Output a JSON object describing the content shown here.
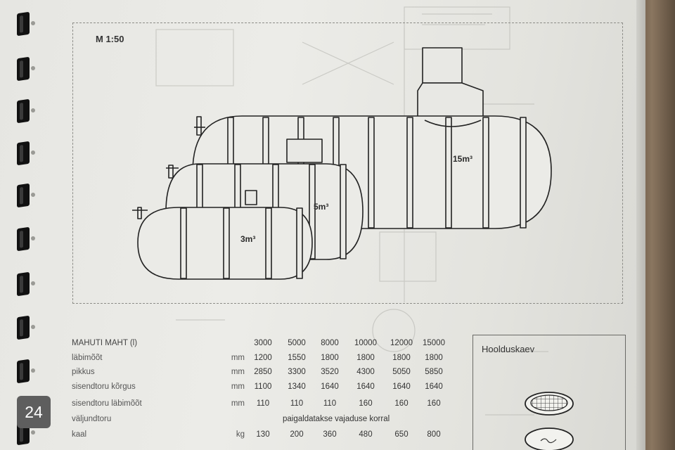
{
  "page": {
    "number": "24"
  },
  "drawing": {
    "scale": "M 1:50",
    "tanks": [
      {
        "label": "3m³"
      },
      {
        "label": "5m³"
      },
      {
        "label": "15m³"
      }
    ]
  },
  "spec_table": {
    "header": {
      "label": "MAHUTI MAHT (l)",
      "values": [
        "3000",
        "5000",
        "8000",
        "10000",
        "12000",
        "15000"
      ]
    },
    "rows": [
      {
        "label": "läbimõõt",
        "unit": "mm",
        "values": [
          "1200",
          "1550",
          "1800",
          "1800",
          "1800",
          "1800"
        ]
      },
      {
        "label": "pikkus",
        "unit": "mm",
        "values": [
          "2850",
          "3300",
          "3520",
          "4300",
          "5050",
          "5850"
        ]
      },
      {
        "label": "sisendtoru kõrgus",
        "unit": "mm",
        "values": [
          "1100",
          "1340",
          "1640",
          "1640",
          "1640",
          "1640"
        ]
      },
      {
        "label": "sisendtoru läbimõõt",
        "unit": "mm",
        "values": [
          "110",
          "110",
          "110",
          "160",
          "160",
          "160"
        ]
      },
      {
        "label": "väljundtoru",
        "unit": "",
        "span": "paigaldatakse vajaduse korral"
      },
      {
        "label": "kaal",
        "unit": "kg",
        "values": [
          "130",
          "200",
          "360",
          "480",
          "650",
          "800"
        ]
      }
    ]
  },
  "inset": {
    "title": "Hoolduskaev"
  }
}
